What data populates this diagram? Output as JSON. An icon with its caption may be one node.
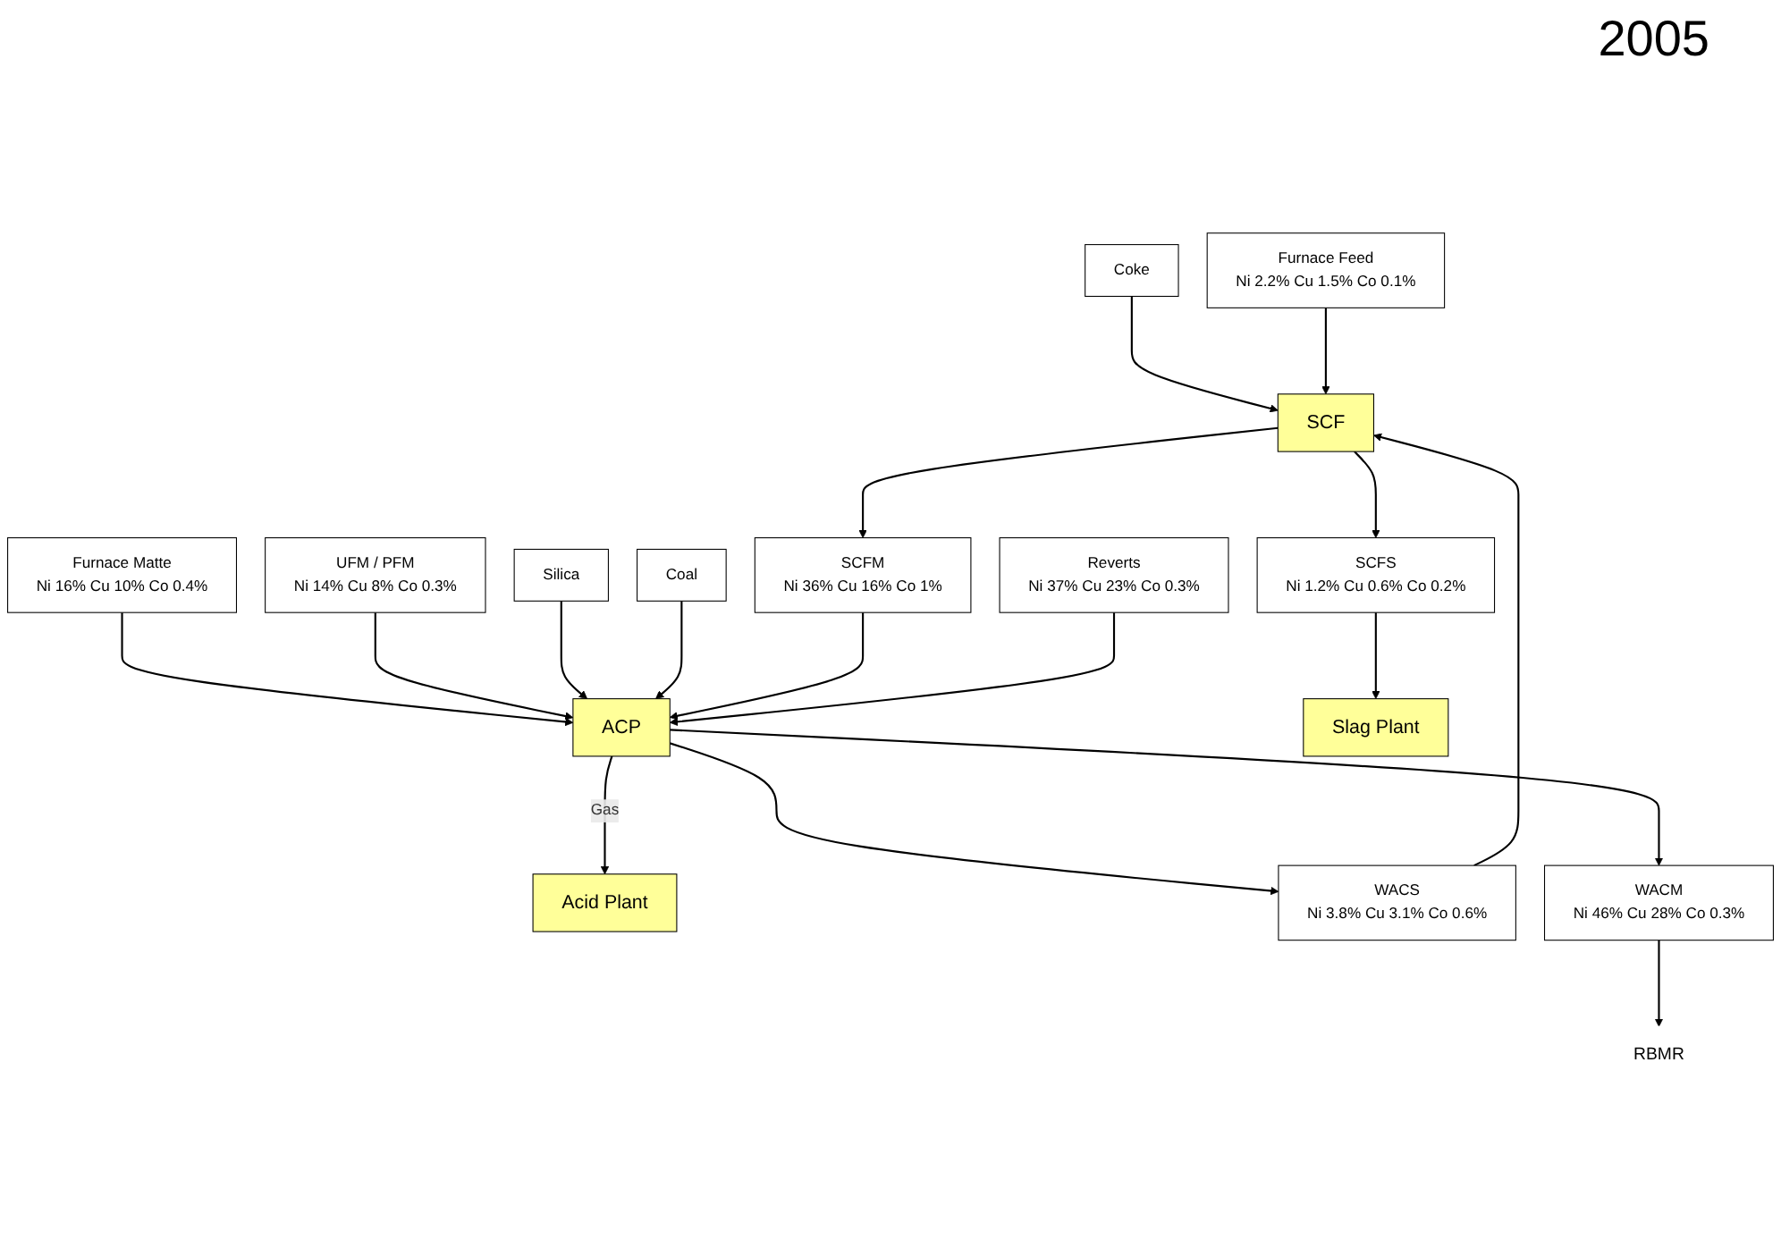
{
  "diagram": {
    "nodes": [
      {
        "text": [
          "Coke"
        ]
      },
      {
        "text": [
          "Furnace Matte",
          "Ni 16% Cu 10% Co 0.4%"
        ]
      },
      {
        "text": [
          "UFM / PFM",
          "Ni 14% Cu 8% Co 0.3%"
        ]
      },
      {
        "text": [
          "Acid Plant"
        ]
      },
      {
        "text": [
          "Furnace Feed",
          "Ni 2.2% Cu 1.5% Co 0.1%"
        ]
      },
      {
        "text": [
          "WACS",
          "Ni 3.8% Cu 3.1% Co 0.6%"
        ]
      },
      {
        "text": [
          "Silica"
        ]
      },
      {
        "text": [
          "Coal"
        ]
      },
      {
        "text": [
          "ACP"
        ]
      },
      {
        "text": [
          "SCFS",
          "Ni 1.2% Cu 0.6% Co 0.2%"
        ]
      },
      {
        "text": [
          "WACM",
          "Ni 46% Cu 28% Co 0.3%"
        ]
      },
      {
        "text": [
          "SCF"
        ]
      },
      {
        "text": [
          "SCFM",
          "Ni 36% Cu 16% Co 1%"
        ]
      },
      {
        "text": [
          "Reverts",
          "Ni 37% Cu 23% Co 0.3%"
        ]
      },
      {
        "text": [
          "Slag Plant"
        ]
      },
      {
        "text": [
          "RBMR"
        ]
      }
    ],
    "edges": [
      {
        "from": 0,
        "to": 11,
        "arrow": "to"
      },
      {
        "from": 4,
        "to": 11,
        "arrow": "to"
      },
      {
        "from": 5,
        "to": 11,
        "arrow": "to"
      },
      {
        "from": 1,
        "to": 8,
        "arrow": "to"
      },
      {
        "from": 2,
        "to": 8,
        "arrow": "to"
      },
      {
        "from": 6,
        "to": 8,
        "arrow": "to"
      },
      {
        "from": 7,
        "to": 8,
        "arrow": "to"
      },
      {
        "from": 8,
        "to": 3,
        "arrow": "to",
        "label": "Gas"
      },
      {
        "from": 8,
        "to": 5,
        "arrow": "to"
      },
      {
        "from": 11,
        "to": 9,
        "arrow": "to"
      },
      {
        "from": 9,
        "to": 14,
        "arrow": "to"
      },
      {
        "from": 11,
        "to": 12,
        "arrow": "to"
      },
      {
        "from": 12,
        "to": 8,
        "arrow": "to"
      },
      {
        "from": 13,
        "to": 8,
        "arrow": "to"
      },
      {
        "from": 8,
        "to": 10,
        "arrow": "to"
      },
      {
        "from": 10,
        "to": 15,
        "arrow": "to"
      }
    ],
    "labels": [
      "2005"
    ]
  }
}
